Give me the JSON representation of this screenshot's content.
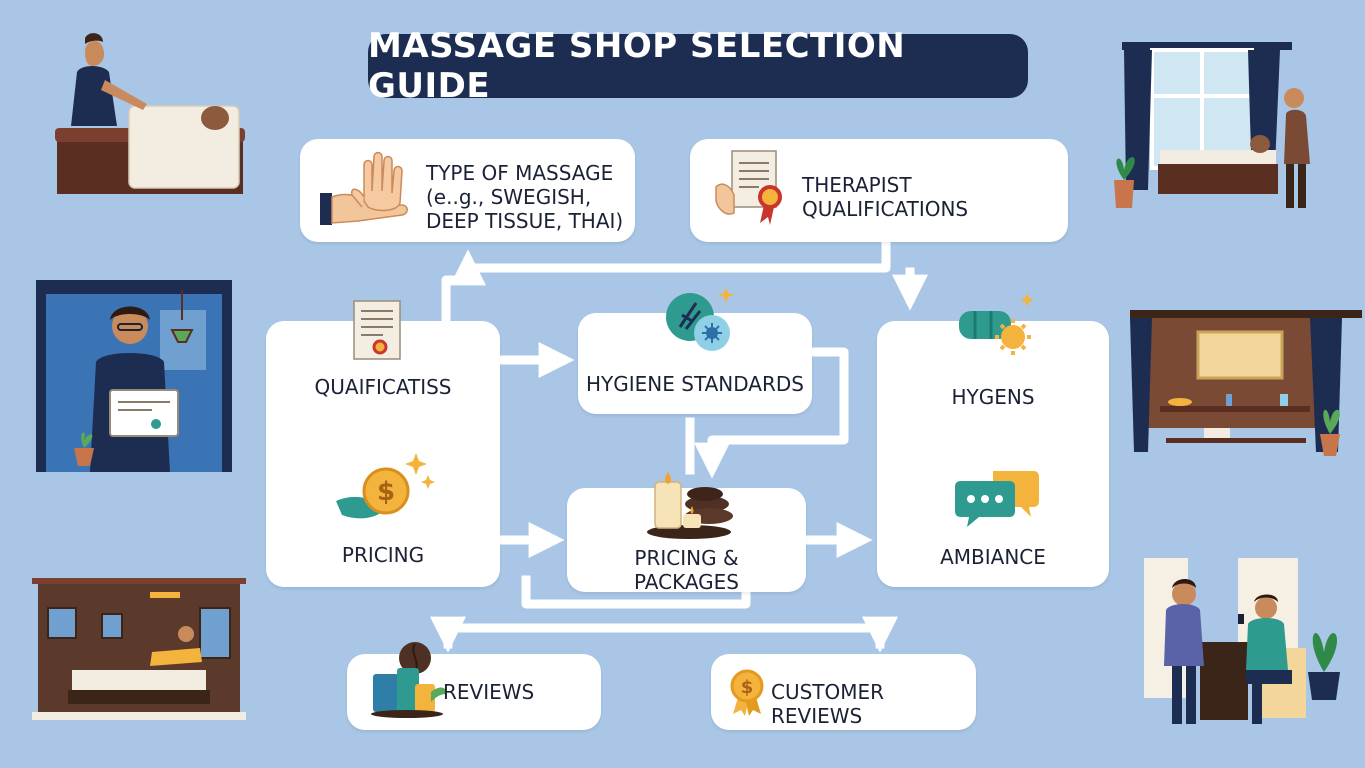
{
  "title": "MASSAGE SHOP SELECTION GUIDE",
  "nodes": {
    "type_of_massage": "TYPE OF MASSAGE\n(e..g., SWEGISH,\nDEEP TISSUE, THAI)",
    "therapist_qualifications": "THERAPIST QUALIFICATIONS",
    "quaificatiss": "QUAIFICATISS",
    "pricing": "PRICING",
    "hygiene_standards": "HYGIENE STANDARDS",
    "pricing_packages": "PRICING &\nPACKAGES",
    "hygens": "HYGENS",
    "ambiance": "AMBIANCE",
    "reviews": "REVIEWS",
    "customer_reviews": "CUSTOMER REVIEWS"
  },
  "icons": {
    "type_of_massage": "raised-hand-icon",
    "therapist_qualifications": "certificate-ribbon-icon",
    "quaificatiss": "certificate-icon",
    "pricing": "dollar-coin-icon",
    "hygiene_standards": "hygiene-badge-icon",
    "pricing_packages": "candles-stones-icon",
    "hygens": "towel-sun-icon",
    "ambiance": "chat-bubbles-icon",
    "reviews": "coffee-products-icon",
    "customer_reviews": "dollar-award-icon"
  },
  "illustrations": [
    "massage-table-scene",
    "therapist-certificate-scene",
    "spa-room-scene",
    "window-massage-scene",
    "spa-shelf-scene",
    "customers-phones-scene"
  ],
  "colors": {
    "background": "#a9c6e6",
    "title_bg": "#1d2d52",
    "box": "#ffffff",
    "arrow": "#ffffff",
    "text": "#1b2236",
    "accent_teal": "#2f9a90",
    "accent_gold": "#f3b33d",
    "accent_red": "#c9362d"
  }
}
